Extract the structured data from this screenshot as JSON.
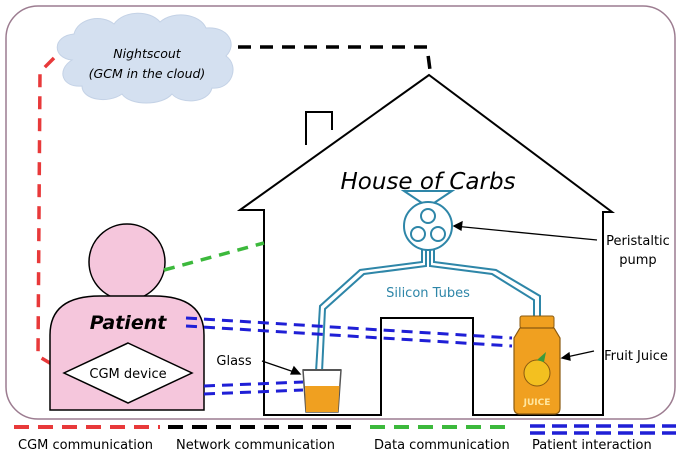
{
  "cloud": {
    "line1": "Nightscout",
    "line2": "(GCM in the cloud)"
  },
  "house": {
    "title": "House of Carbs"
  },
  "patient": {
    "label": "Patient",
    "device": "CGM device"
  },
  "labels": {
    "pump_line1": "Peristaltic",
    "pump_line2": "pump",
    "tubes": "Silicon Tubes",
    "glass": "Glass",
    "juice": "Fruit Juice",
    "bottle": "JUICE"
  },
  "legend": {
    "cgm": "CGM communication",
    "network": "Network communication",
    "data": "Data communication",
    "patient_interaction": "Patient interaction"
  },
  "colors": {
    "cgm": "#e8393a",
    "network": "#000000",
    "data": "#3cb93c",
    "patient_interaction": "#1f1fd6",
    "cloud": "#d4e0f0",
    "patient": "#f5c6dc",
    "tube": "#2e86a8",
    "juice": "#f0a020",
    "frame": "#9c7c90"
  }
}
